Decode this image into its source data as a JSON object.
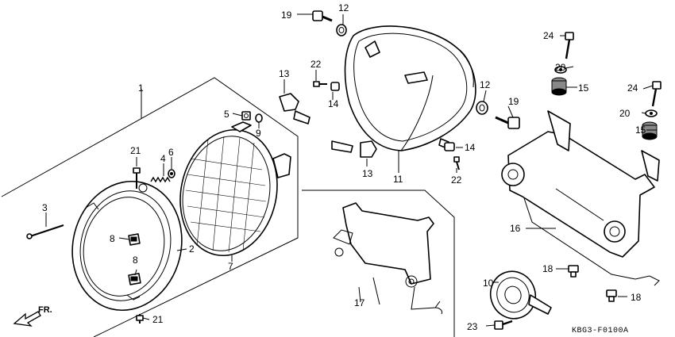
{
  "diagram_code": "KBG3-F0100A",
  "direction_label": "FR.",
  "callouts": [
    {
      "id": "c1",
      "text": "1"
    },
    {
      "id": "c2",
      "text": "2"
    },
    {
      "id": "c3",
      "text": "3"
    },
    {
      "id": "c4",
      "text": "4"
    },
    {
      "id": "c5",
      "text": "5"
    },
    {
      "id": "c6",
      "text": "6"
    },
    {
      "id": "c7",
      "text": "7"
    },
    {
      "id": "c8a",
      "text": "8"
    },
    {
      "id": "c8b",
      "text": "8"
    },
    {
      "id": "c9",
      "text": "9"
    },
    {
      "id": "c10",
      "text": "10"
    },
    {
      "id": "c11",
      "text": "11"
    },
    {
      "id": "c12a",
      "text": "12"
    },
    {
      "id": "c12b",
      "text": "12"
    },
    {
      "id": "c13a",
      "text": "13"
    },
    {
      "id": "c13b",
      "text": "13"
    },
    {
      "id": "c14a",
      "text": "14"
    },
    {
      "id": "c14b",
      "text": "14"
    },
    {
      "id": "c15a",
      "text": "15"
    },
    {
      "id": "c15b",
      "text": "15"
    },
    {
      "id": "c16",
      "text": "16"
    },
    {
      "id": "c17",
      "text": "17"
    },
    {
      "id": "c18a",
      "text": "18"
    },
    {
      "id": "c18b",
      "text": "18"
    },
    {
      "id": "c19a",
      "text": "19"
    },
    {
      "id": "c19b",
      "text": "19"
    },
    {
      "id": "c20a",
      "text": "20"
    },
    {
      "id": "c20b",
      "text": "20"
    },
    {
      "id": "c21a",
      "text": "21"
    },
    {
      "id": "c21b",
      "text": "21"
    },
    {
      "id": "c22a",
      "text": "22"
    },
    {
      "id": "c22b",
      "text": "22"
    },
    {
      "id": "c23",
      "text": "23"
    },
    {
      "id": "c24a",
      "text": "24"
    },
    {
      "id": "c24b",
      "text": "24"
    }
  ]
}
